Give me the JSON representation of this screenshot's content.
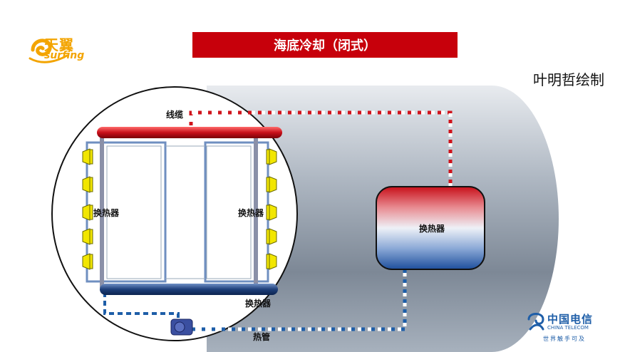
{
  "header": {
    "title": "海底冷却（闭式）",
    "author": "叶明哲绘制"
  },
  "brand_left": {
    "cn": "天翼",
    "en": "surfing"
  },
  "brand_right": {
    "cn": "中国电信",
    "en": "CHINA TELECOM",
    "slogan": "世界触手可及"
  },
  "labels": {
    "cable": "线缆",
    "hx_left": "换热器",
    "hx_right": "换热器",
    "hx_bottom": "换热器",
    "hx_external": "换热器",
    "pipe": "热管"
  },
  "colors": {
    "title_bg": "#c7000b",
    "hot": "#d0141c",
    "cold": "#1e5ea8",
    "fan": "#f2e600"
  },
  "icons": [
    "fan-icon",
    "pump-icon"
  ]
}
